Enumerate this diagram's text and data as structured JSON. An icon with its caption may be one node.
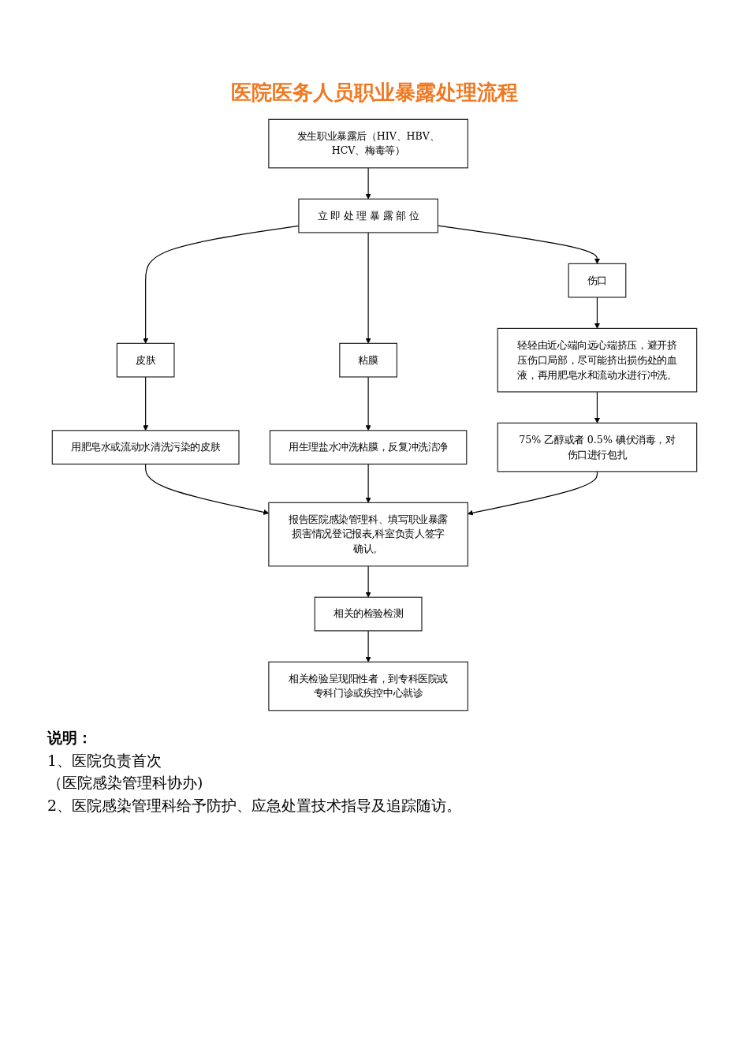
{
  "diagram": {
    "title": "医院医务人员职业暴露处理流程",
    "nodes": [
      {
        "text": [
          "发生职业暴露后（HIV、HBV、HCV、梅毒等）"
        ]
      },
      {
        "text": [
          "立 即 处 理 暴 露 部 位"
        ]
      },
      {
        "text": [
          "皮肤"
        ]
      },
      {
        "text": [
          "粘膜"
        ]
      },
      {
        "text": [
          "伤口"
        ]
      },
      {
        "text": [
          "用肥皂水或流动水清洗污染的皮肤"
        ]
      },
      {
        "text": [
          "用生理盐水冲洗粘膜，反复冲洗洁净"
        ]
      },
      {
        "text": [
          "轻轻由近心端向远心端挤压，避开挤压伤口局部，尽可能挤出损伤处的血液，再用肥皂水和流动水进行冲洗。"
        ]
      },
      {
        "text": [
          "75% 乙醇或者 0.5% 碘伏消毒，对伤口进行包扎"
        ]
      },
      {
        "text": [
          "报告医院感染管理科、填写职业暴露损害情况登记报表,科室负责人签字确认。"
        ]
      },
      {
        "text": [
          "相关的检验检测"
        ]
      },
      {
        "text": [
          "相关检验呈现阳性者，到专科医院或专科门诊或疾控中心就诊"
        ]
      }
    ],
    "edges": [
      {
        "from": 0,
        "to": 1,
        "arrow": "to"
      },
      {
        "from": 1,
        "to": 2,
        "arrow": "to"
      },
      {
        "from": 1,
        "to": 3,
        "arrow": "to"
      },
      {
        "from": 1,
        "to": 4,
        "arrow": "to"
      },
      {
        "from": 2,
        "to": 5,
        "arrow": "to"
      },
      {
        "from": 3,
        "to": 6,
        "arrow": "to"
      },
      {
        "from": 4,
        "to": 7,
        "arrow": "to"
      },
      {
        "from": 7,
        "to": 8,
        "arrow": "to"
      },
      {
        "from": 5,
        "to": 9,
        "arrow": "to"
      },
      {
        "from": 6,
        "to": 9,
        "arrow": "to"
      },
      {
        "from": 8,
        "to": 9,
        "arrow": "to"
      },
      {
        "from": 9,
        "to": 10,
        "arrow": "to"
      },
      {
        "from": 10,
        "to": 11,
        "arrow": "to"
      }
    ],
    "labels": [
      "说明：",
      "1、医院负责首次",
      "（医院感染管理科协办)",
      "2、医院感染管理科给予防护、应急处置技术指导及追踪随访。"
    ]
  }
}
